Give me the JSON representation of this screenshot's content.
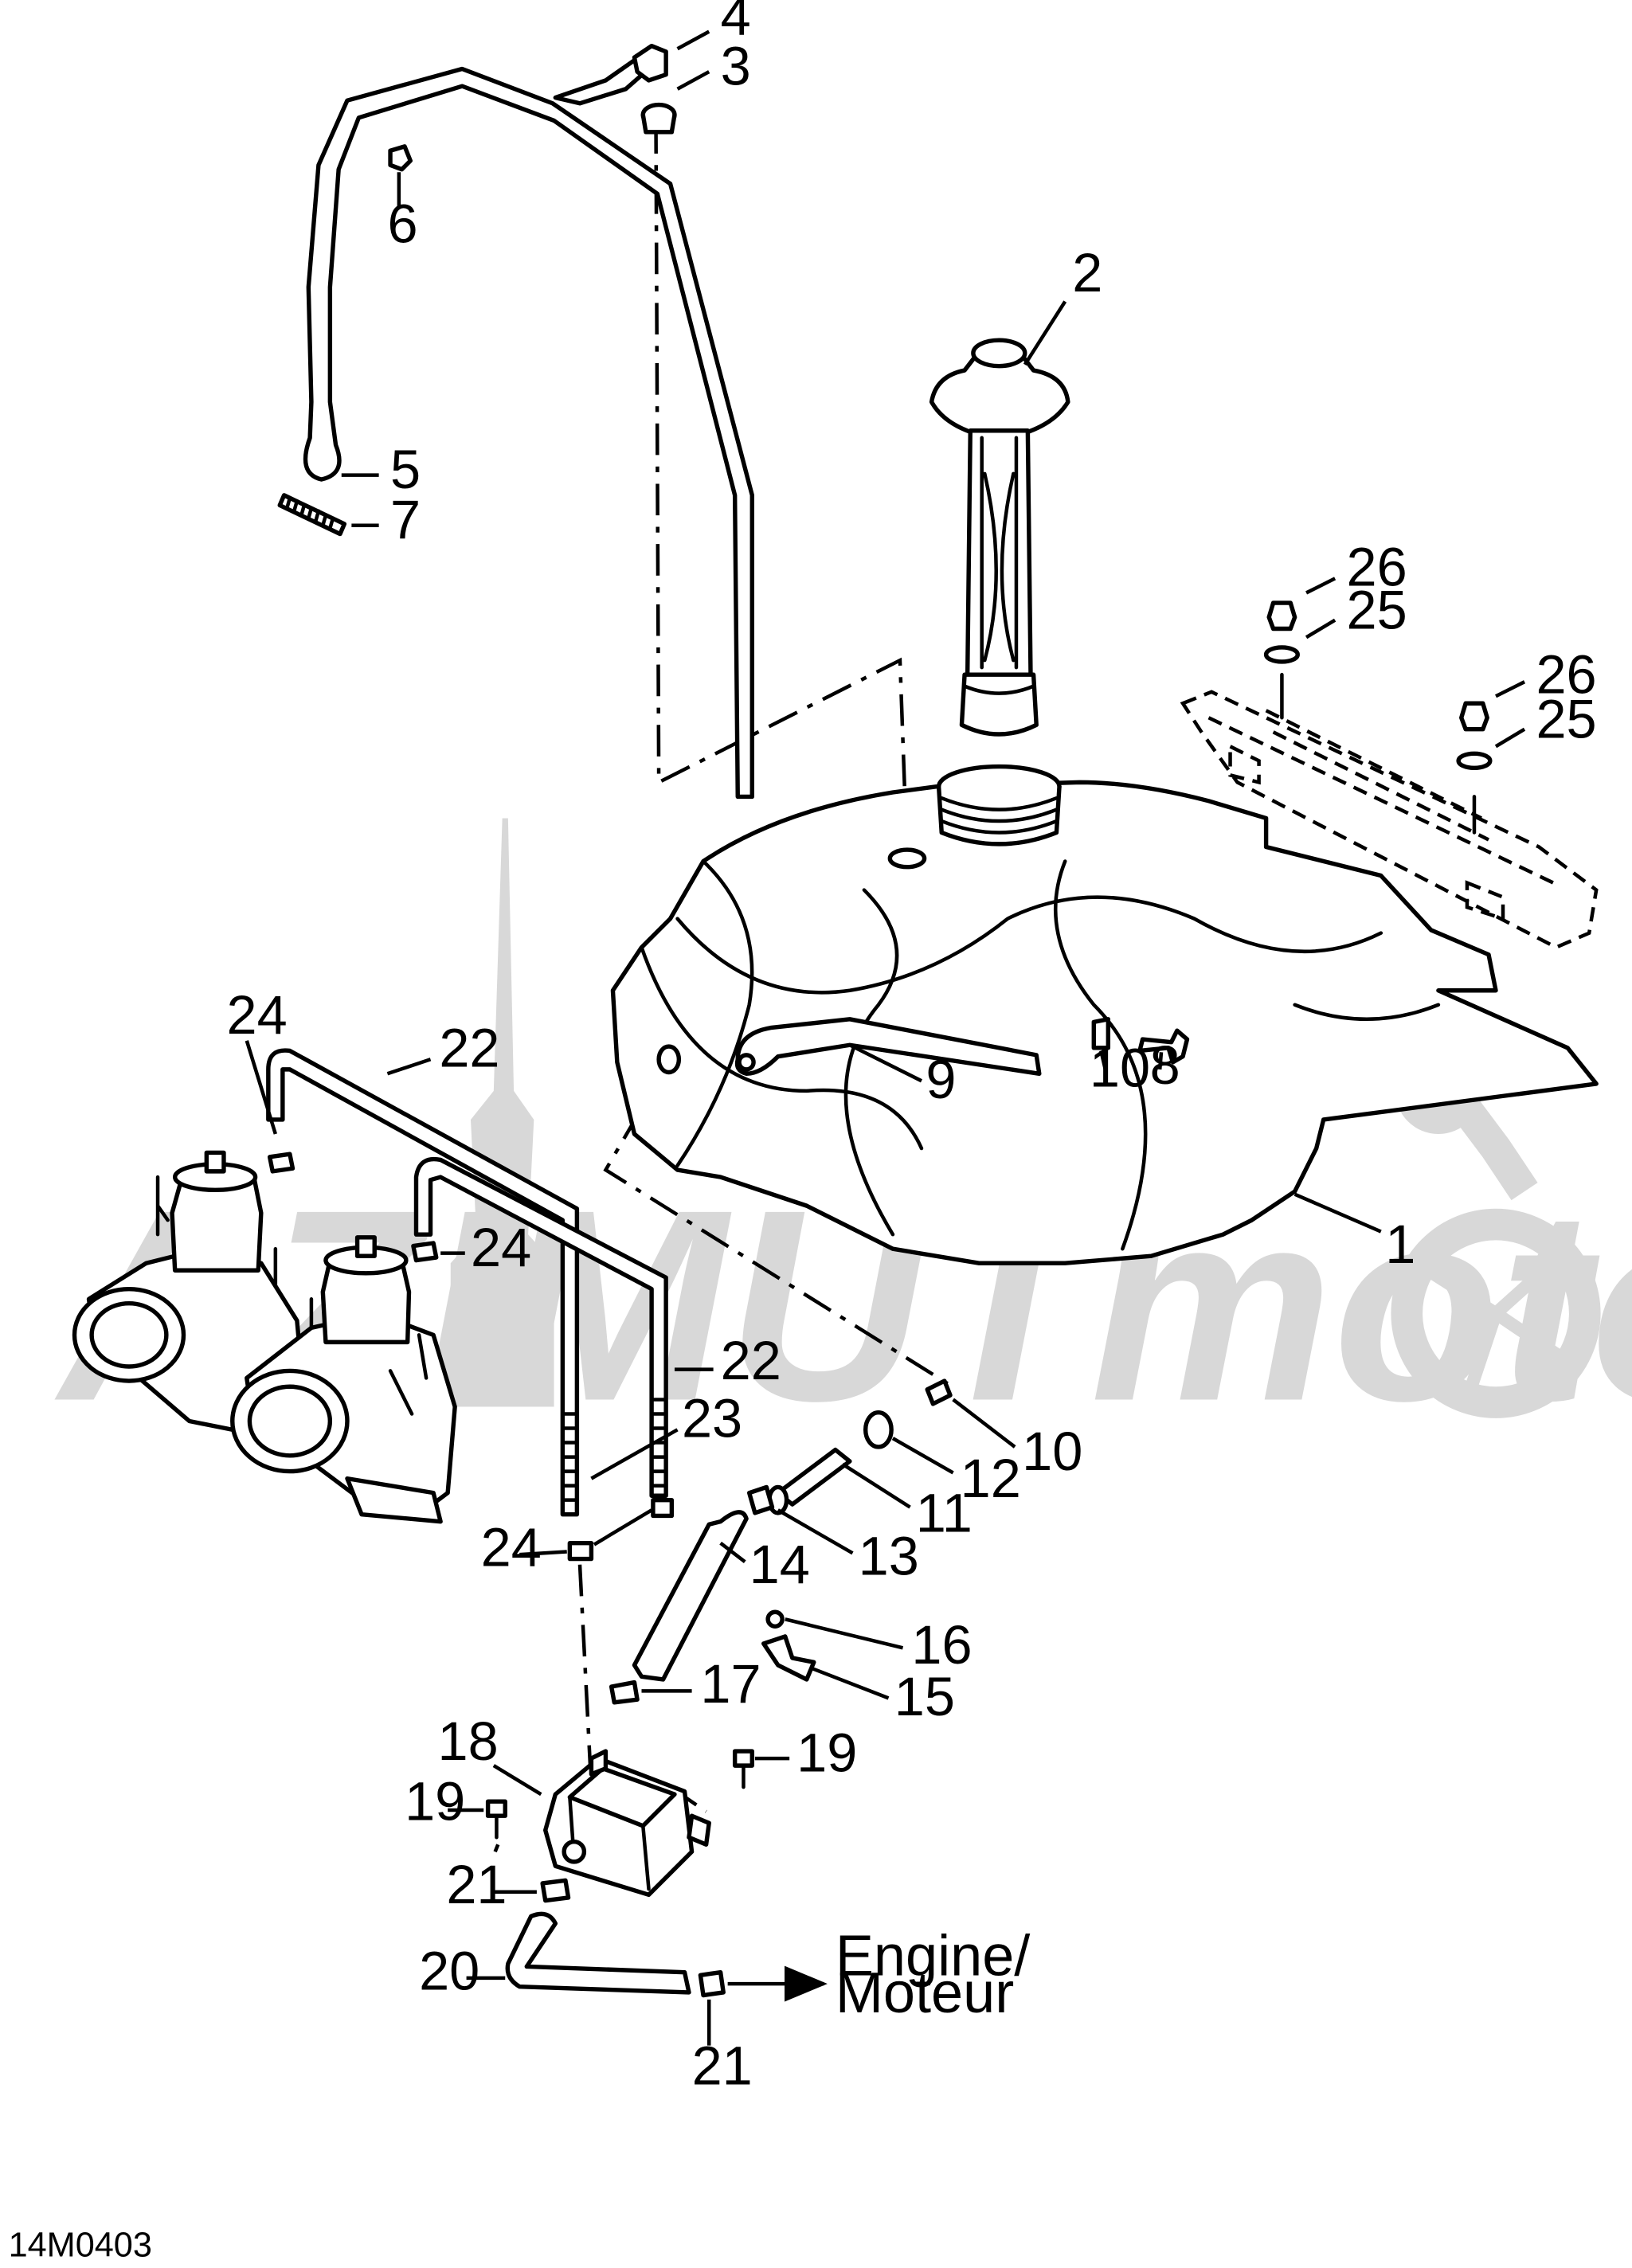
{
  "diagram": {
    "drawing_code": "14M0403",
    "output_label_en": "Engine/",
    "output_label_fr": "Moteur",
    "watermark_text": "AZIMUTmoto",
    "callouts": [
      {
        "id": "c4",
        "text": "4"
      },
      {
        "id": "c3",
        "text": "3"
      },
      {
        "id": "c6",
        "text": "6"
      },
      {
        "id": "c2",
        "text": "2"
      },
      {
        "id": "c5",
        "text": "5"
      },
      {
        "id": "c7",
        "text": "7"
      },
      {
        "id": "c26a",
        "text": "26"
      },
      {
        "id": "c25a",
        "text": "25"
      },
      {
        "id": "c26b",
        "text": "26"
      },
      {
        "id": "c25b",
        "text": "25"
      },
      {
        "id": "c24a",
        "text": "24"
      },
      {
        "id": "c22a",
        "text": "22"
      },
      {
        "id": "c9",
        "text": "9"
      },
      {
        "id": "c10a",
        "text": "10"
      },
      {
        "id": "c8",
        "text": "8"
      },
      {
        "id": "c1",
        "text": "1"
      },
      {
        "id": "c24b",
        "text": "24"
      },
      {
        "id": "c22b",
        "text": "22"
      },
      {
        "id": "c23",
        "text": "23"
      },
      {
        "id": "c10b",
        "text": "10"
      },
      {
        "id": "c12",
        "text": "12"
      },
      {
        "id": "c11",
        "text": "11"
      },
      {
        "id": "c24c",
        "text": "24"
      },
      {
        "id": "c13",
        "text": "13"
      },
      {
        "id": "c14",
        "text": "14"
      },
      {
        "id": "c16",
        "text": "16"
      },
      {
        "id": "c15",
        "text": "15"
      },
      {
        "id": "c17",
        "text": "17"
      },
      {
        "id": "c18",
        "text": "18"
      },
      {
        "id": "c19a",
        "text": "19"
      },
      {
        "id": "c19b",
        "text": "19"
      },
      {
        "id": "c21a",
        "text": "21"
      },
      {
        "id": "c20",
        "text": "20"
      },
      {
        "id": "c21b",
        "text": "21"
      }
    ]
  }
}
